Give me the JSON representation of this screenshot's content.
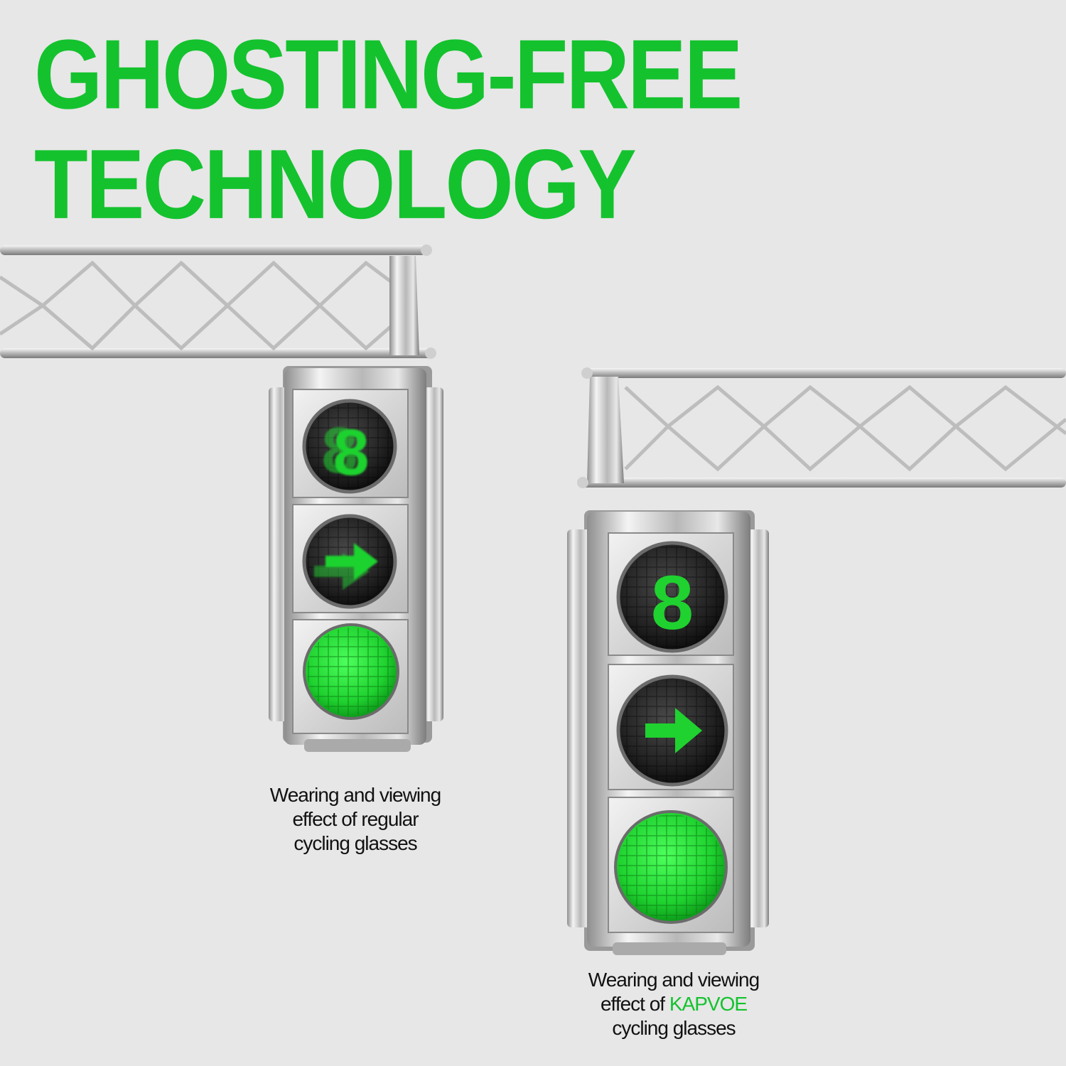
{
  "headline": {
    "line1": "GHOSTING-FREE",
    "line2": "TECHNOLOGY"
  },
  "colors": {
    "accent_green": "#14c22e",
    "background": "#e7e7e7",
    "caption_text": "#111111",
    "metal": "#c9c9c9"
  },
  "traffic_lights": [
    {
      "position": "left",
      "top_symbol": "8",
      "middle_symbol": "→",
      "blurred": true
    },
    {
      "position": "right",
      "top_symbol": "8",
      "middle_symbol": "→",
      "blurred": false
    }
  ],
  "captions": {
    "regular": {
      "line1": "Wearing and viewing",
      "line2": "effect of regular",
      "line3": "cycling glasses"
    },
    "kapvoe": {
      "line1": "Wearing and viewing",
      "line2_prefix": "effect of ",
      "brand": "KAPVOE",
      "line3": "cycling glasses"
    }
  }
}
